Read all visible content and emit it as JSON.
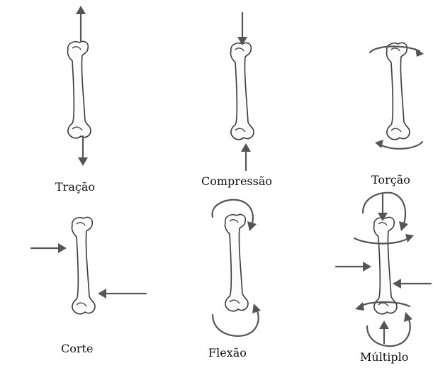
{
  "figure": {
    "panels": [
      {
        "id": "tracao",
        "label": "Tração"
      },
      {
        "id": "compressao",
        "label": "Compressão"
      },
      {
        "id": "torcao",
        "label": "Torção"
      },
      {
        "id": "corte",
        "label": "Corte"
      },
      {
        "id": "flexao",
        "label": "Flexão"
      },
      {
        "id": "multiplo",
        "label": "Múltiplo"
      }
    ]
  },
  "colors": {
    "bone_outline": "#3a3a3a",
    "arrow": "#555555"
  },
  "icons": [
    "femur-bone",
    "straight-arrow",
    "curved-arrow"
  ]
}
